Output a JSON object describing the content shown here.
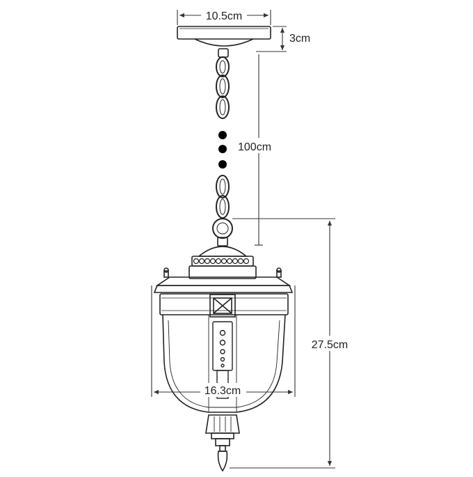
{
  "dimensions": {
    "canopy_width": "10.5cm",
    "canopy_height": "3cm",
    "chain_length": "100cm",
    "lantern_height": "27.5cm",
    "lantern_width": "16.3cm"
  },
  "colors": {
    "line": "#222222",
    "dim_line": "#333333",
    "background": "#ffffff"
  }
}
